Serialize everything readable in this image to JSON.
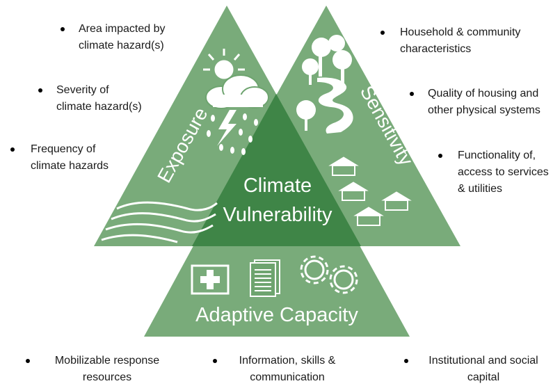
{
  "labels": {
    "exposure": "Exposure",
    "sensitivity": "Sensitivity",
    "center_line1": "Climate",
    "center_line2": "Vulnerability",
    "adaptive": "Adaptive Capacity"
  },
  "exposure_bullets": [
    {
      "line1": "Area impacted by",
      "line2": "climate hazard(s)"
    },
    {
      "line1": "Severity of",
      "line2": "climate hazard(s)"
    },
    {
      "line1": "Frequency of",
      "line2": "climate hazards"
    }
  ],
  "sensitivity_bullets": [
    {
      "line1": "Household & community",
      "line2": "characteristics"
    },
    {
      "line1": "Quality of housing and",
      "line2": "other physical systems"
    },
    {
      "line1": "Functionality of,",
      "line2": "access to services",
      "line3": "& utilities"
    }
  ],
  "adaptive_bullets": [
    {
      "line1": "Mobilizable response",
      "line2": "resources"
    },
    {
      "line1": "Information, skills &",
      "line2": "communication"
    },
    {
      "line1": "Institutional and social",
      "line2": "capital"
    }
  ],
  "colors": {
    "light_green": "#6ea46f",
    "dark_green": "#3f8547",
    "white": "#ffffff"
  },
  "icons": [
    "sun-icon",
    "storm-cloud-icon",
    "trees-icon",
    "river-icon",
    "houses-icon",
    "waves-icon",
    "first-aid-icon",
    "document-icon",
    "gears-icon"
  ]
}
